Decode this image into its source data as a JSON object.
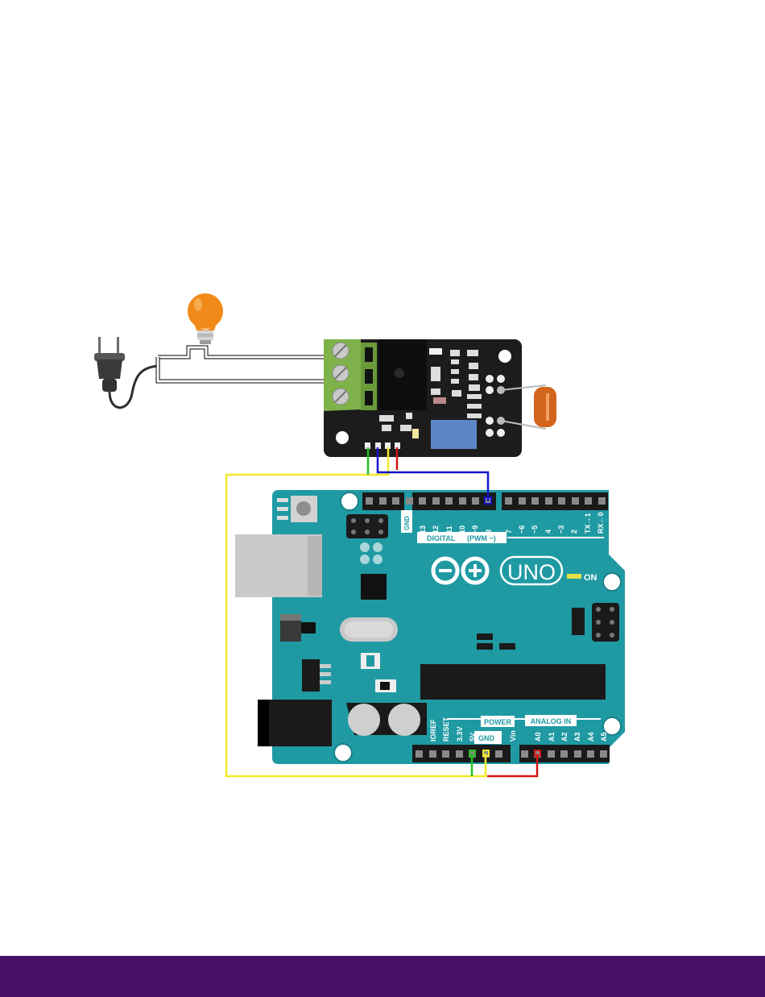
{
  "colors": {
    "board": "#1f9aa3",
    "board_dark": "#167c85",
    "footer": "#4a1068",
    "wire_green": "#22c022",
    "wire_blue": "#1414c8",
    "wire_yellow": "#f2ea2a",
    "wire_red": "#d21414",
    "relay_pcb": "#1c1c1c",
    "terminal": "#7fb24a",
    "bulb": "#f28a1a",
    "capacitor": "#d2641c"
  },
  "arduino": {
    "gnd_top": "GND",
    "digital_pins": [
      "13",
      "12",
      "11",
      "10",
      "~9",
      "8",
      "7",
      "~6",
      "~5",
      "4",
      "~3",
      "2",
      "TX→1",
      "RX←0"
    ],
    "digital_label": "DIGITAL",
    "pwm_label": "(PWM ~)",
    "logo_text": "UNO",
    "on_label": "ON",
    "power_label": "POWER",
    "analog_label": "ANALOG IN",
    "power_pins": [
      "IOREF",
      "RESET",
      "3.3V",
      "5V",
      "GND",
      "Vin"
    ],
    "analog_pins": [
      "A0",
      "A1",
      "A2",
      "A3",
      "A4",
      "A5"
    ]
  }
}
